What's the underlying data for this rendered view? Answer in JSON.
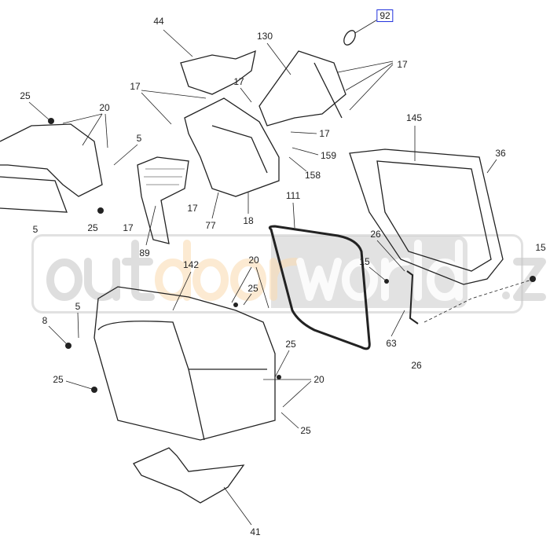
{
  "diagram": {
    "highlighted_part": "92",
    "watermark": {
      "part1": "out",
      "part2": "door",
      "part3": "world",
      "part4": ".z"
    },
    "callouts": [
      "92",
      "44",
      "130",
      "17",
      "25",
      "20",
      "17",
      "17",
      "17",
      "5",
      "159",
      "158",
      "145",
      "36",
      "17",
      "77",
      "18",
      "17",
      "5",
      "25",
      "111",
      "89",
      "142",
      "20",
      "25",
      "26",
      "15",
      "15",
      "5",
      "8",
      "63",
      "26",
      "25",
      "20",
      "25",
      "25",
      "41"
    ],
    "colors": {
      "line": "#222222",
      "highlight_box": "#2233dd"
    }
  }
}
